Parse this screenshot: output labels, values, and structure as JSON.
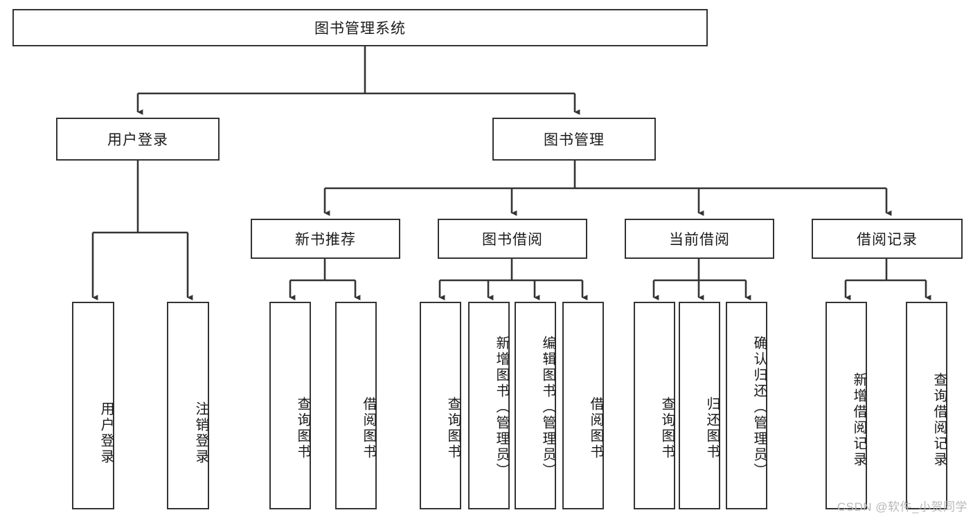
{
  "diagram": {
    "type": "hierarchy-tree",
    "title": "图书管理系统",
    "root": {
      "id": "root",
      "label": "图书管理系统",
      "level": 1
    },
    "level2": [
      {
        "id": "user-login",
        "label": "用户登录"
      },
      {
        "id": "book-management",
        "label": "图书管理"
      }
    ],
    "level3": [
      {
        "id": "new-book-recommend",
        "label": "新书推荐",
        "parent": "book-management"
      },
      {
        "id": "book-borrow",
        "label": "图书借阅",
        "parent": "book-management"
      },
      {
        "id": "current-borrow",
        "label": "当前借阅",
        "parent": "book-management"
      },
      {
        "id": "borrow-record",
        "label": "借阅记录",
        "parent": "book-management"
      }
    ],
    "leaves": [
      {
        "id": "leaf-user-login",
        "label": "用户登录",
        "parent": "user-login"
      },
      {
        "id": "leaf-user-logout",
        "label": "注销登录",
        "parent": "user-login"
      },
      {
        "id": "leaf-query-book-1",
        "label": "查询图书",
        "parent": "new-book-recommend"
      },
      {
        "id": "leaf-borrow-book-1",
        "label": "借阅图书",
        "parent": "new-book-recommend"
      },
      {
        "id": "leaf-query-book-2",
        "label": "查询图书",
        "parent": "book-borrow"
      },
      {
        "id": "leaf-add-book",
        "label": "新增图书（管理员）",
        "parent": "book-borrow"
      },
      {
        "id": "leaf-edit-book",
        "label": "编辑图书（管理员）",
        "parent": "book-borrow"
      },
      {
        "id": "leaf-borrow-book-2",
        "label": "借阅图书",
        "parent": "book-borrow"
      },
      {
        "id": "leaf-query-book-3",
        "label": "查询图书",
        "parent": "current-borrow"
      },
      {
        "id": "leaf-return-book",
        "label": "归还图书",
        "parent": "current-borrow"
      },
      {
        "id": "leaf-confirm-return",
        "label": "确认归还（管理员）",
        "parent": "current-borrow"
      },
      {
        "id": "leaf-add-record",
        "label": "新增借阅记录",
        "parent": "borrow-record"
      },
      {
        "id": "leaf-query-record",
        "label": "查询借阅记录",
        "parent": "borrow-record"
      }
    ],
    "watermark": "CSDN @软件_小贺同学",
    "colors": {
      "stroke": "#333333",
      "fill": "#ffffff",
      "text": "#1a1a1a",
      "watermark": "#b8b8b8"
    }
  }
}
